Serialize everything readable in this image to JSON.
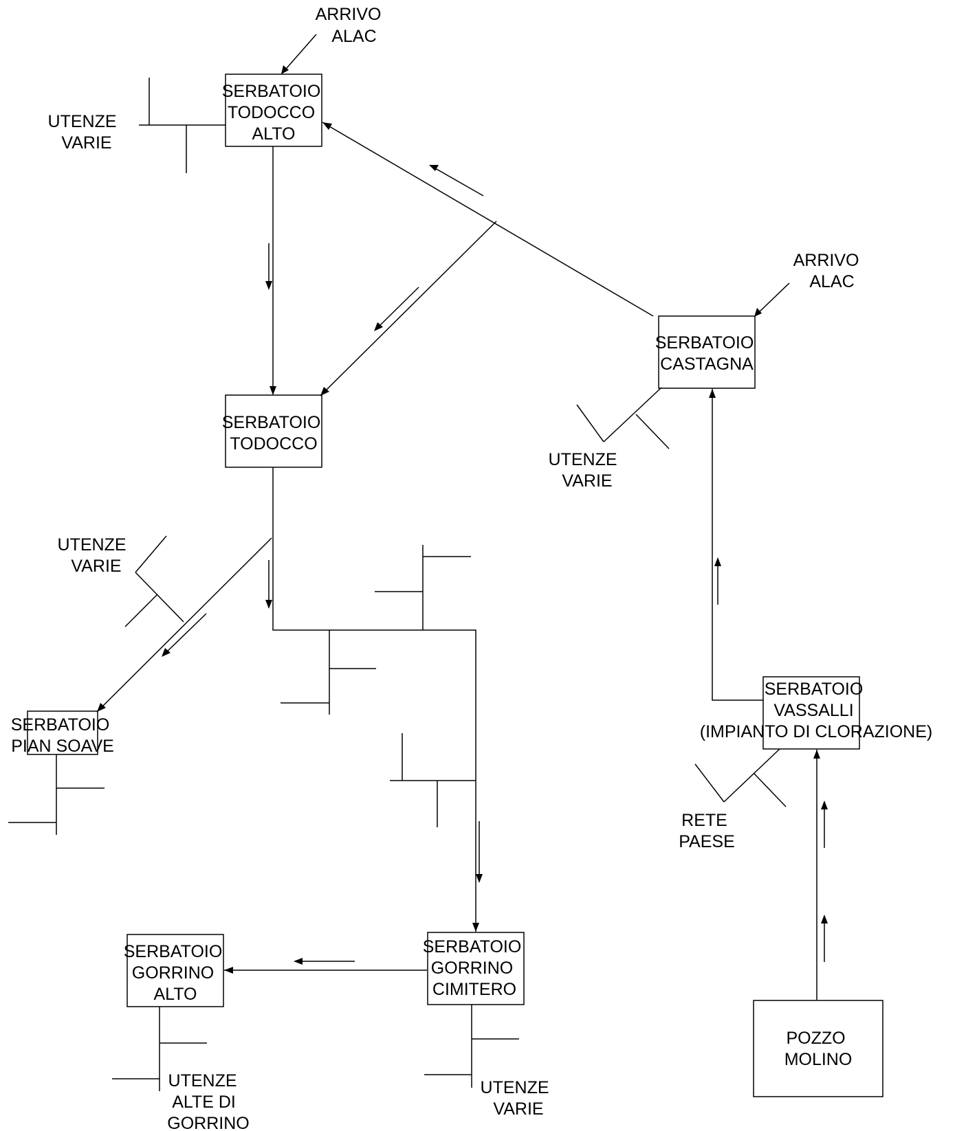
{
  "nodes": {
    "todocco_alto": {
      "lines": [
        "SERBATOIO",
        "TODOCCO",
        "ALTO"
      ]
    },
    "todocco": {
      "lines": [
        "SERBATOIO",
        "TODOCCO"
      ]
    },
    "castagna": {
      "lines": [
        "SERBATOIO",
        "CASTAGNA"
      ]
    },
    "pian_soave": {
      "lines": [
        "SERBATOIO",
        "PIAN SOAVE"
      ]
    },
    "vassalli": {
      "lines": [
        "SERBATOIO",
        "VASSALLI",
        "(IMPIANTO DI CLORAZIONE)"
      ]
    },
    "gorrino_alto": {
      "lines": [
        "SERBATOIO",
        "GORRINO",
        "ALTO"
      ]
    },
    "gorrino_cimitero": {
      "lines": [
        "SERBATOIO",
        "GORRINO",
        "CIMITERO"
      ]
    },
    "pozzo_molino": {
      "lines": [
        "POZZO",
        "MOLINO"
      ]
    }
  },
  "labels": {
    "arrivo_alac_top": [
      "ARRIVO",
      "ALAC"
    ],
    "arrivo_alac_right": [
      "ARRIVO",
      "ALAC"
    ],
    "utenze_varie_todocco_alto": [
      "UTENZE",
      "VARIE"
    ],
    "utenze_varie_castagna": [
      "UTENZE",
      "VARIE"
    ],
    "utenze_varie_left": [
      "UTENZE",
      "VARIE"
    ],
    "rete_paese": [
      "RETE",
      "PAESE"
    ],
    "utenze_alte_gorrino": [
      "UTENZE",
      "ALTE DI",
      "GORRINO"
    ],
    "utenze_varie_cimitero": [
      "UTENZE",
      "VARIE"
    ]
  }
}
